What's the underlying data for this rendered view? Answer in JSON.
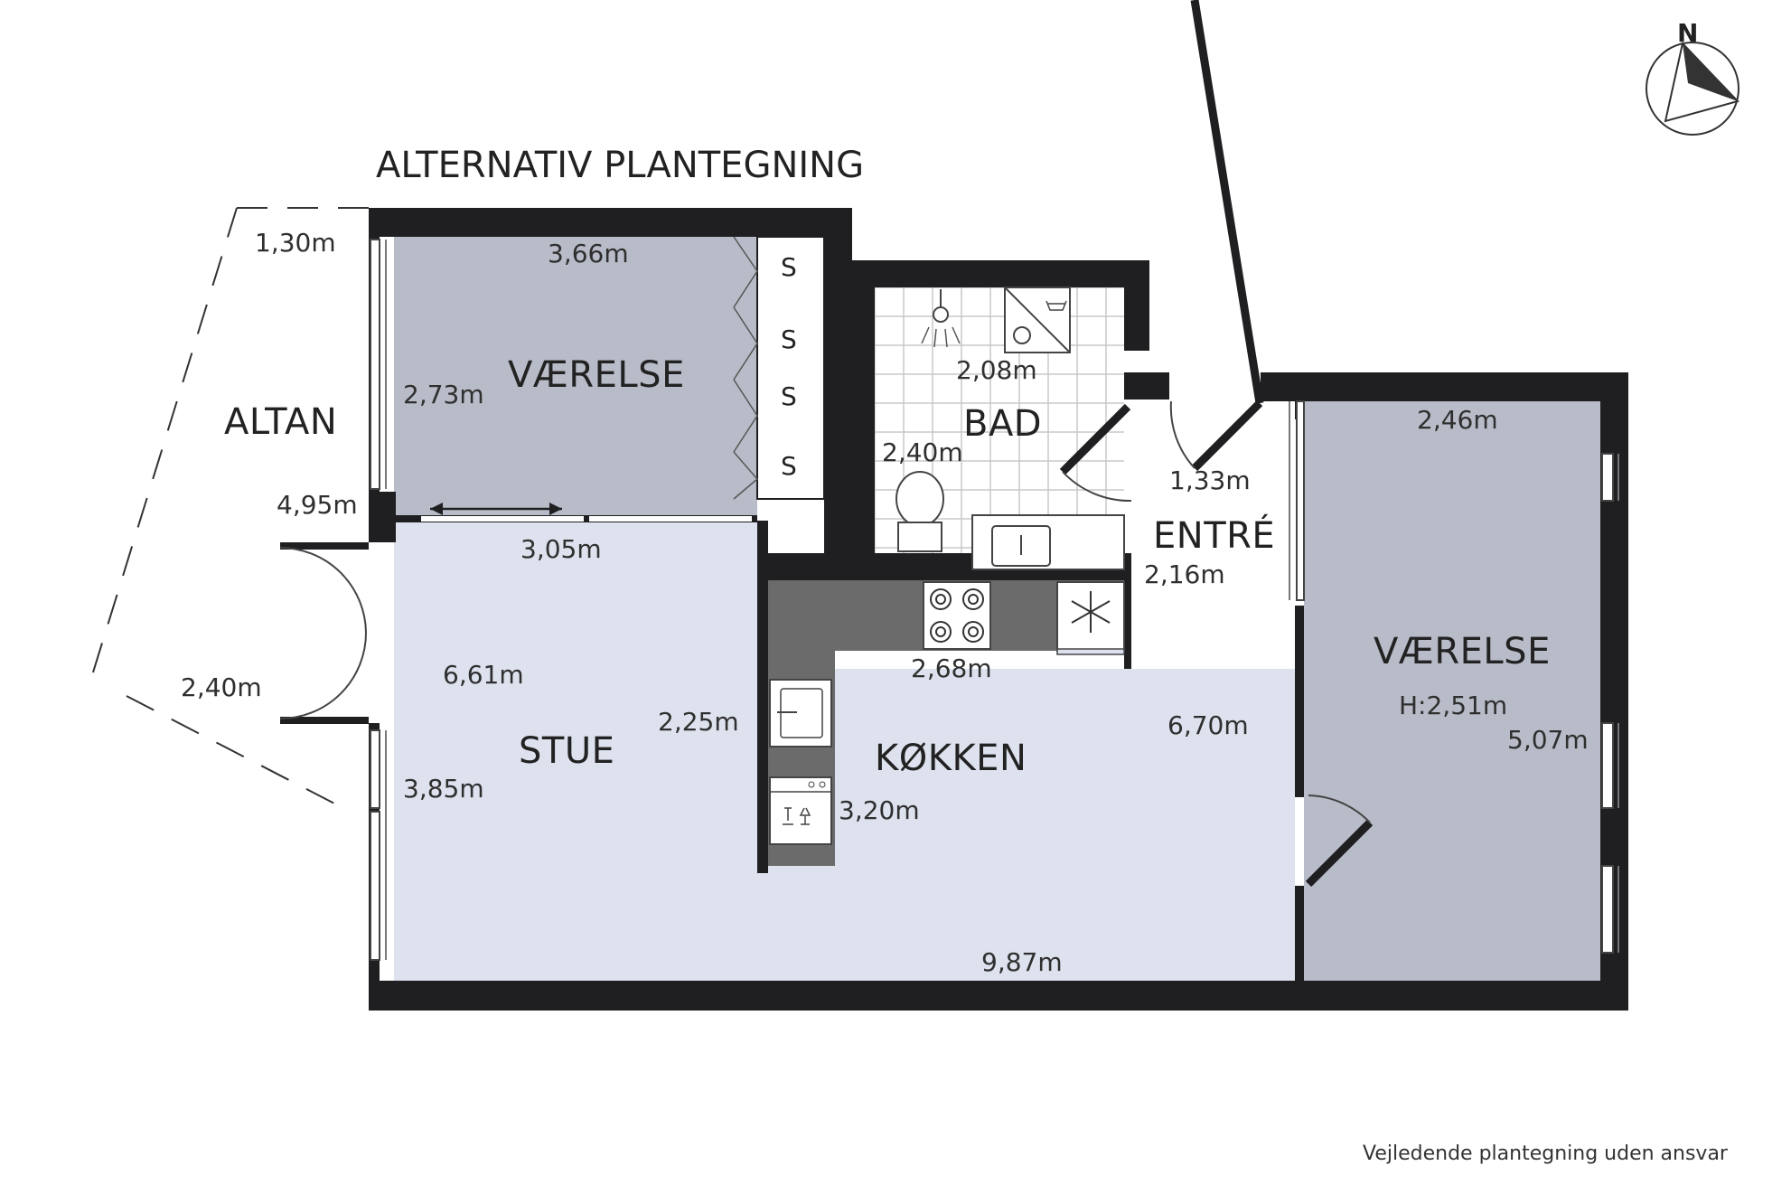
{
  "title": "ALTERNATIV PLANTEGNING",
  "footer": "Vejledende plantegning uden ansvar",
  "compass": {
    "label": "N"
  },
  "colors": {
    "wall": "#1f1f22",
    "bedroom": "#b8bcc8",
    "living": "#dde2ee",
    "kitchen_counter": "#6b6b6b",
    "paper": "#ffffff"
  },
  "rooms": {
    "vaerelse_1": "VÆRELSE",
    "altan": "ALTAN",
    "bad": "BAD",
    "entre": "ENTRÉ",
    "vaerelse_2": "VÆRELSE",
    "vaerelse_2_height": "H:2,51m",
    "stue": "STUE",
    "kokken": "KØKKEN"
  },
  "closet_marks": [
    "S",
    "S",
    "S",
    "S"
  ],
  "dimensions": {
    "altan_top": "1,30m",
    "altan_side": "4,95m",
    "altan_door": "2,40m",
    "v1_width": "3,66m",
    "v1_depth": "2,73m",
    "v1_bottom": "3,05m",
    "bad_width": "2,08m",
    "bad_depth": "2,40m",
    "entre_width": "1,33m",
    "entre_depth": "2,16m",
    "v2_width": "2,46m",
    "v2_depth": "5,07m",
    "kitchen_top": "2,68m",
    "kitchen_counter": "2,25m",
    "kitchen_side": "3,20m",
    "stue_width": "6,61m",
    "stue_depth": "3,85m",
    "living_span": "6,70m",
    "total_width": "9,87m"
  }
}
